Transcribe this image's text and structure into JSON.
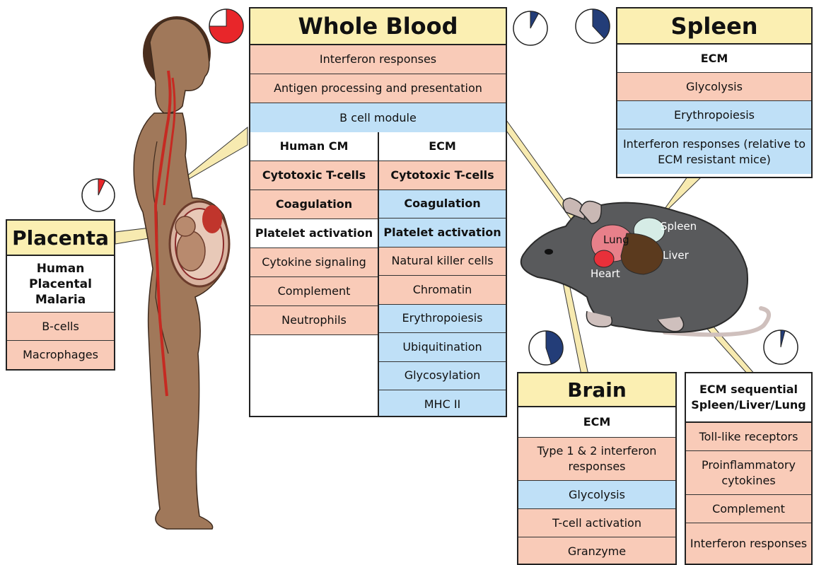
{
  "whole_blood": {
    "title": "Whole Blood",
    "top_rows": [
      {
        "text": "Interferon responses",
        "color": "pink"
      },
      {
        "text": "Antigen processing and presentation",
        "color": "pink"
      },
      {
        "text": "B cell module",
        "color": "blue"
      }
    ],
    "human_cm": {
      "header": "Human CM",
      "rows": [
        {
          "text": "Cytotoxic T-cells",
          "color": "pink",
          "bold": true
        },
        {
          "text": "Coagulation",
          "color": "pink",
          "bold": true
        },
        {
          "text": "Platelet activation",
          "color": "white",
          "bold": true
        },
        {
          "text": "Cytokine signaling",
          "color": "pink",
          "bold": false
        },
        {
          "text": "Complement",
          "color": "pink",
          "bold": false
        },
        {
          "text": "Neutrophils",
          "color": "pink",
          "bold": false
        }
      ]
    },
    "ecm": {
      "header": "ECM",
      "rows": [
        {
          "text": "Cytotoxic T-cells",
          "color": "pink",
          "bold": true
        },
        {
          "text": "Coagulation",
          "color": "blue",
          "bold": true
        },
        {
          "text": "Platelet activation",
          "color": "blue",
          "bold": true
        },
        {
          "text": "Natural killer cells",
          "color": "pink",
          "bold": false
        },
        {
          "text": "Chromatin",
          "color": "pink",
          "bold": false
        },
        {
          "text": "Erythropoiesis",
          "color": "blue",
          "bold": false
        },
        {
          "text": "Ubiquitination",
          "color": "blue",
          "bold": false
        },
        {
          "text": "Glycosylation",
          "color": "blue",
          "bold": false
        },
        {
          "text": "MHC II",
          "color": "blue",
          "bold": false
        }
      ]
    }
  },
  "placenta": {
    "title": "Placenta",
    "subheader": "Human Placental Malaria",
    "rows": [
      {
        "text": "B-cells",
        "color": "pink"
      },
      {
        "text": "Macrophages",
        "color": "pink"
      }
    ]
  },
  "spleen": {
    "title": "Spleen",
    "rows": [
      {
        "text": "ECM",
        "color": "white",
        "bold": true
      },
      {
        "text": "Glycolysis",
        "color": "pink",
        "bold": false
      },
      {
        "text": "Erythropoiesis",
        "color": "blue",
        "bold": false
      },
      {
        "text": "Interferon responses (relative to ECM resistant mice)",
        "color": "blue",
        "bold": false
      }
    ]
  },
  "brain": {
    "title": "Brain",
    "rows": [
      {
        "text": "ECM",
        "color": "white",
        "bold": true
      },
      {
        "text": "Type 1 & 2 interferon responses",
        "color": "pink",
        "bold": false
      },
      {
        "text": "Glycolysis",
        "color": "blue",
        "bold": false
      },
      {
        "text": "T-cell activation",
        "color": "pink",
        "bold": false
      },
      {
        "text": "Granzyme",
        "color": "pink",
        "bold": false
      }
    ]
  },
  "sequential": {
    "title": "ECM sequential Spleen/Liver/Lung",
    "rows": [
      {
        "text": "Toll-like receptors",
        "color": "pink"
      },
      {
        "text": "Proinflammatory cytokines",
        "color": "pink"
      },
      {
        "text": "Complement",
        "color": "pink"
      },
      {
        "text": "Interferon responses",
        "color": "pink"
      }
    ]
  },
  "mouse_labels": {
    "spleen": "Spleen",
    "lung": "Lung",
    "liver": "Liver",
    "heart": "Heart"
  },
  "pie_indicators": [
    {
      "name": "whole-blood-human",
      "fraction": 0.75,
      "color": "#e8262a"
    },
    {
      "name": "whole-blood-mouse",
      "fraction": 0.08,
      "color": "#233d78"
    },
    {
      "name": "spleen",
      "fraction": 0.38,
      "color": "#233d78"
    },
    {
      "name": "placenta",
      "fraction": 0.07,
      "color": "#e8262a"
    },
    {
      "name": "brain",
      "fraction": 0.45,
      "color": "#233d78"
    },
    {
      "name": "sequential",
      "fraction": 0.04,
      "color": "#233d78"
    }
  ],
  "colors": {
    "header": "#fbefb2",
    "upregulated": "#f9cbb8",
    "downregulated": "#bfe0f7",
    "human_red": "#e8262a",
    "mouse_blue": "#233d78"
  }
}
